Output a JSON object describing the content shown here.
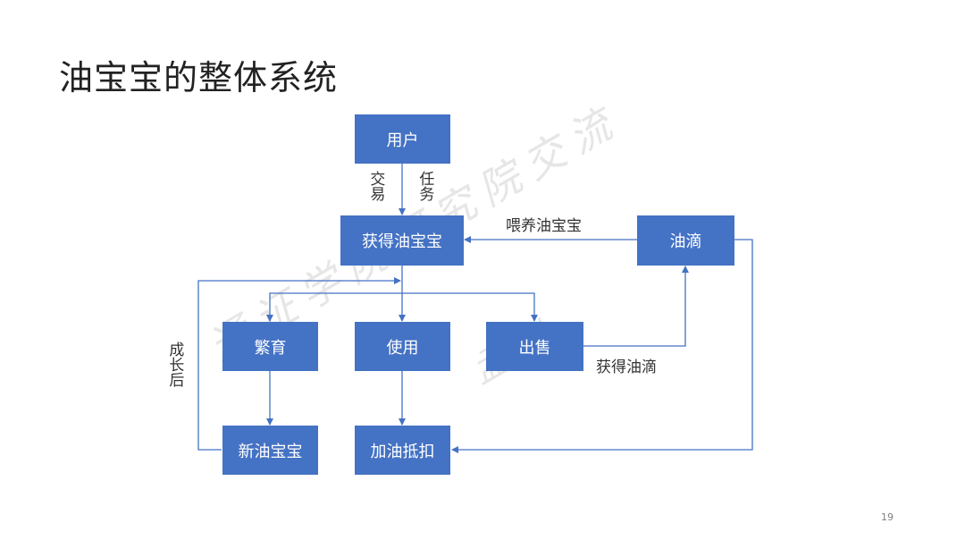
{
  "title": "油宝宝的整体系统",
  "watermark": {
    "line1": "通证学院研究院交流",
    "line2": "孟岩"
  },
  "nodes": {
    "user": "用户",
    "get_baby": "获得油宝宝",
    "oil_drop": "油滴",
    "breed": "繁育",
    "use": "使用",
    "sell": "出售",
    "new_baby": "新油宝宝",
    "fuel_deduct": "加油抵扣"
  },
  "edge_labels": {
    "trade": "交易",
    "task": "任务",
    "feed": "喂养油宝宝",
    "get_oil": "获得油滴",
    "grown": "成长后"
  },
  "page_number": "19",
  "colors": {
    "box": "#4472c4",
    "line": "#4472c4",
    "text": "#333333"
  }
}
